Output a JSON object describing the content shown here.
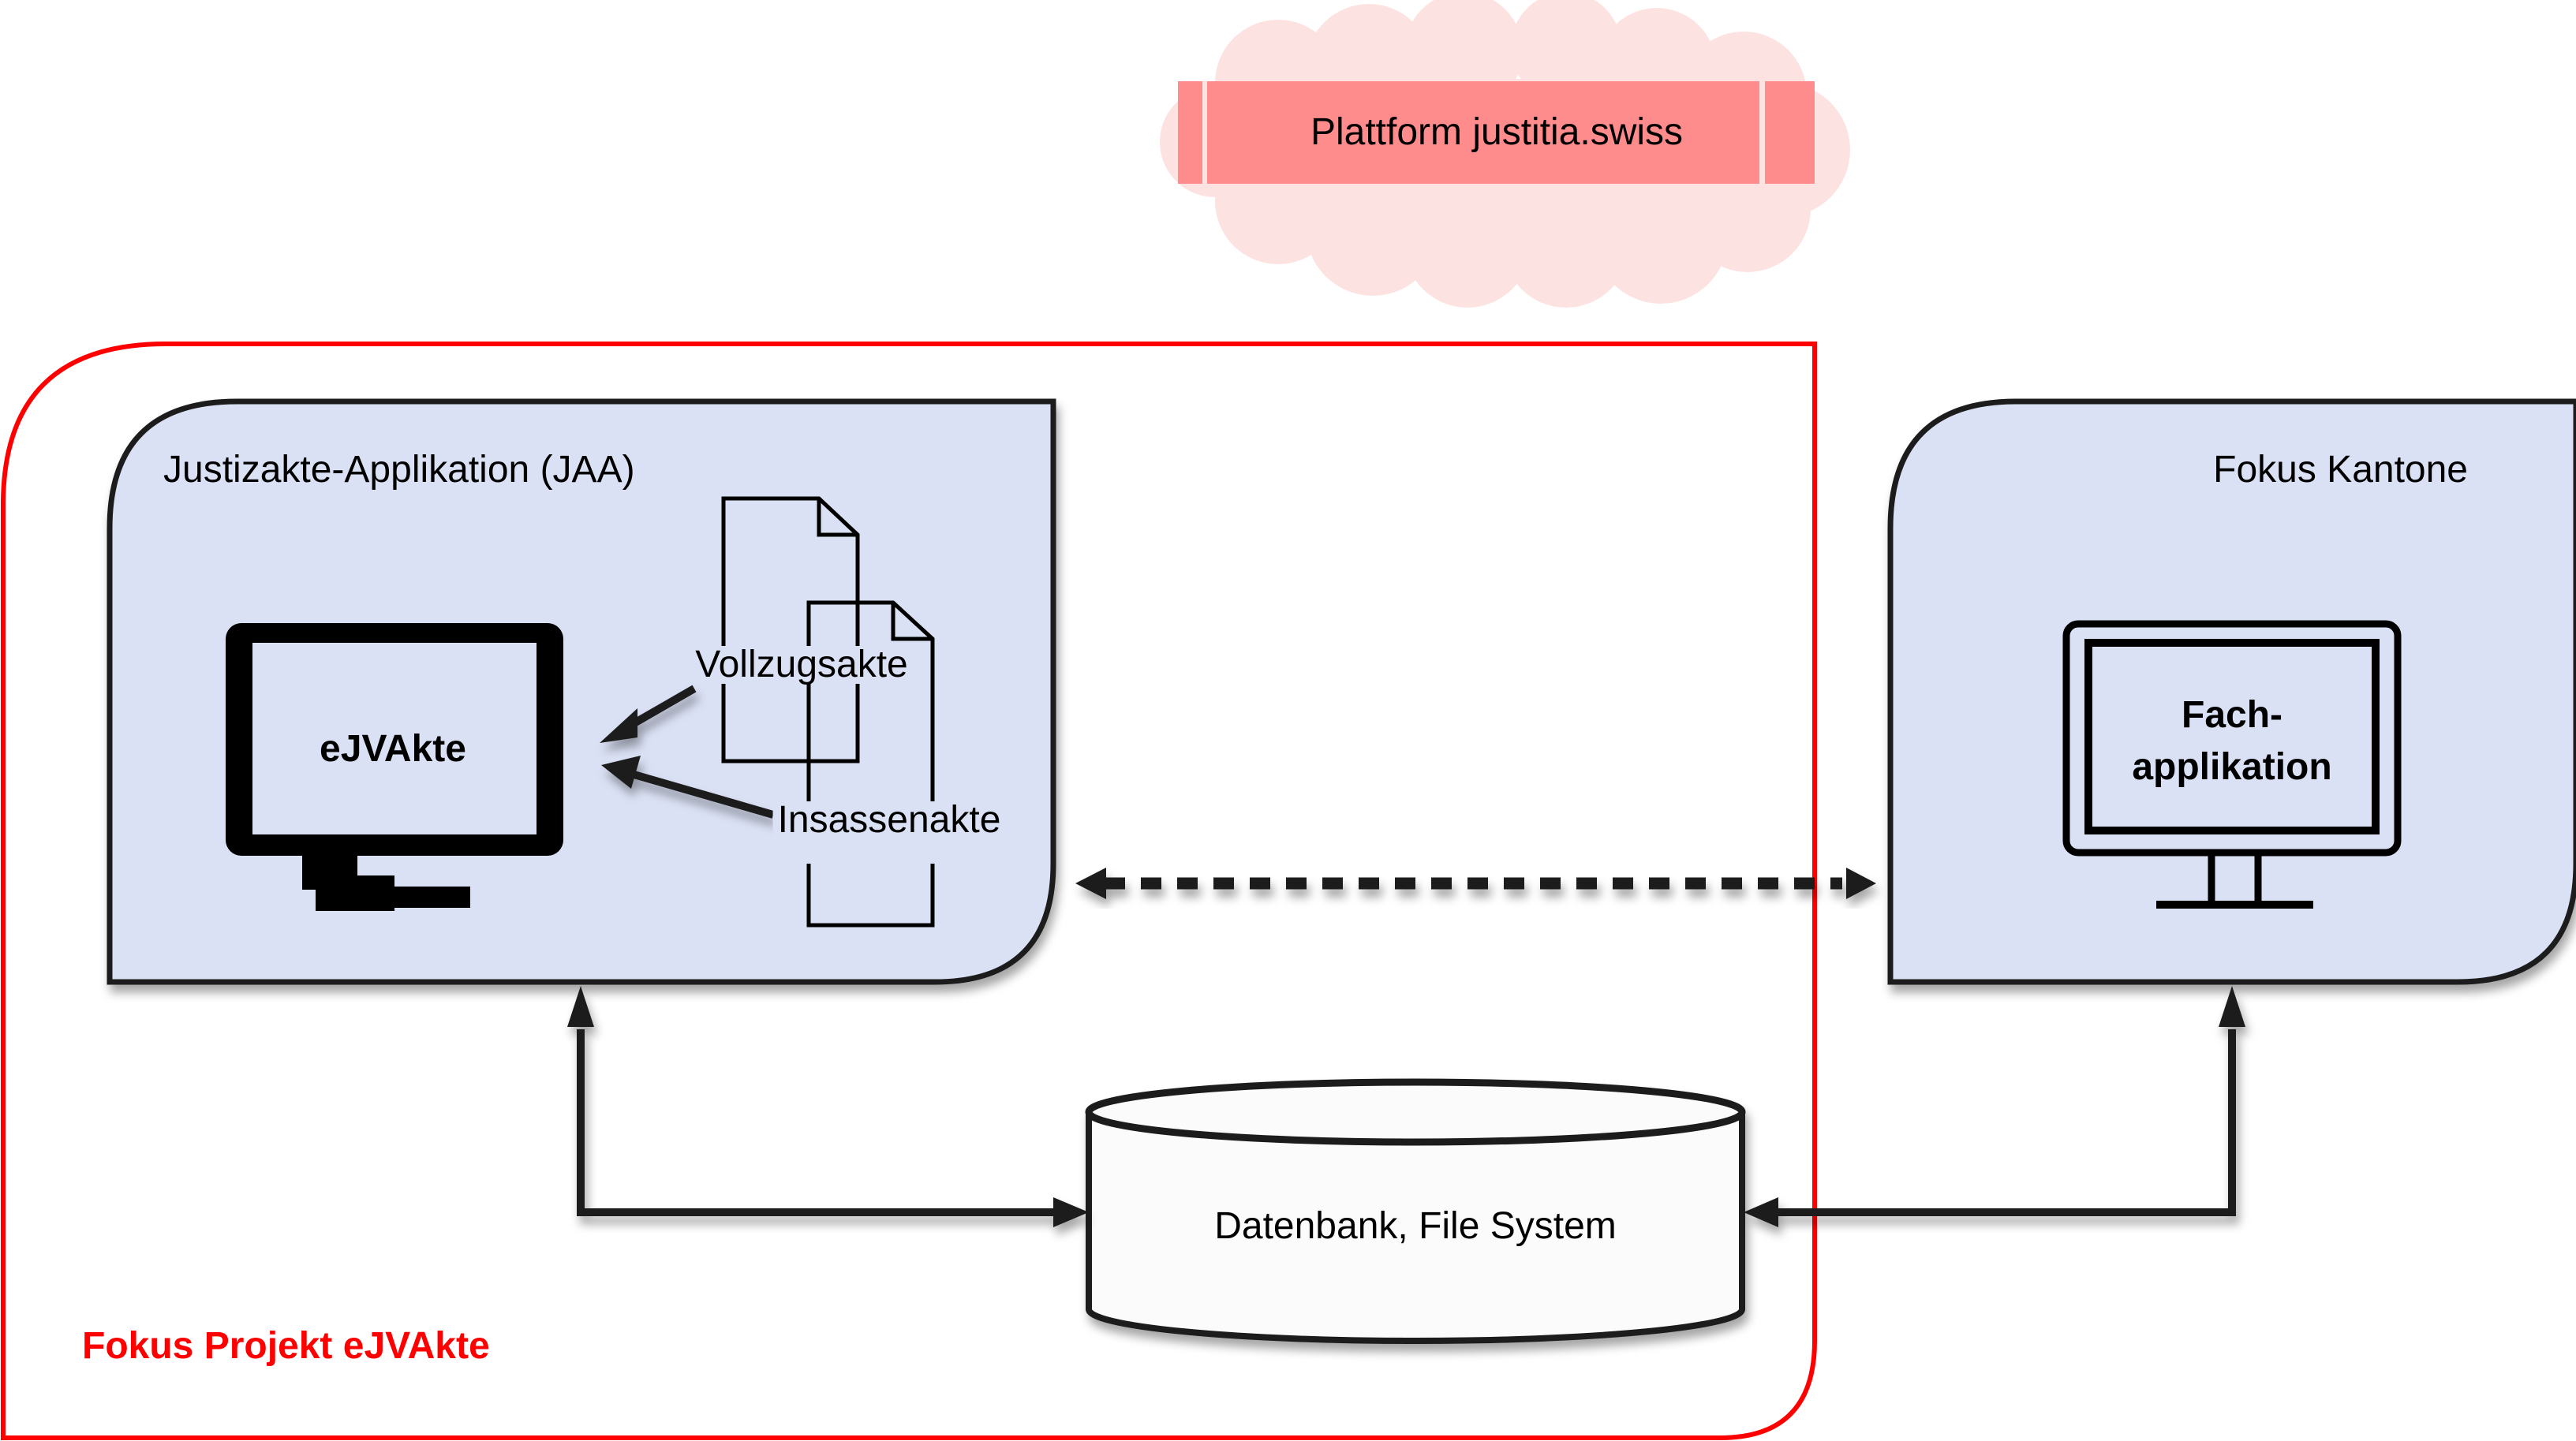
{
  "platform": {
    "label": "Plattform justitia.swiss",
    "cloud_color": "#fde2e2",
    "band_color": "#ff8c8c"
  },
  "project_frame": {
    "label": "Fokus Projekt eJVAkte",
    "color": "#ff0000"
  },
  "left_panel": {
    "title": "Justizakte-Applikation (JAA)",
    "fill": "#dbe1f5",
    "monitor_label": "eJVAkte",
    "documents": [
      {
        "label": "Vollzugsakte"
      },
      {
        "label": "Insassenakte"
      }
    ]
  },
  "right_panel": {
    "title": "Fokus Kantone",
    "fill": "#dbe1f5",
    "monitor_label_line1": "Fach-",
    "monitor_label_line2": "applikation"
  },
  "storage": {
    "label": "Datenbank, File System",
    "fill": "#fbfbfb"
  },
  "connections": [
    {
      "from": "left_panel",
      "to": "right_panel",
      "style": "dashed",
      "direction": "bidirectional"
    },
    {
      "from": "left_panel",
      "to": "storage",
      "style": "solid",
      "direction": "bidirectional"
    },
    {
      "from": "right_panel",
      "to": "storage",
      "style": "solid",
      "direction": "bidirectional"
    },
    {
      "from": "documents",
      "to": "eJVAkte",
      "style": "solid",
      "direction": "forward"
    }
  ]
}
